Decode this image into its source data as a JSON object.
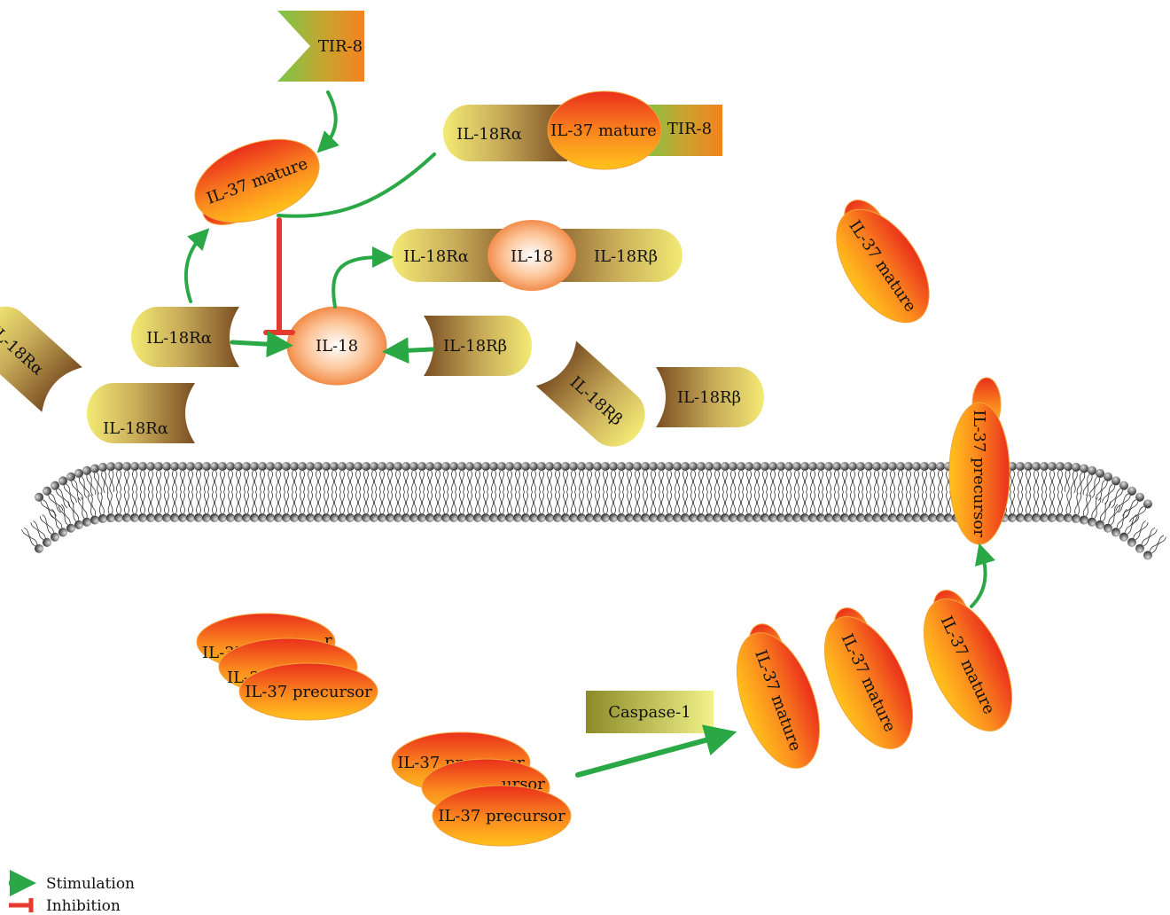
{
  "labels": {
    "tir8_top": "TIR-8",
    "tir8_complex": "TIR-8",
    "il37_mature": "IL-37 mature",
    "il37_precursor": "IL-37 precursor",
    "il18": "IL-18",
    "il18ra": "IL-18Rα",
    "il18rb": "IL-18Rβ",
    "caspase1": "Caspase-1",
    "membrane_precursor": "IL-37 precursor",
    "precursor_top_a": "IL-37",
    "precursor_top_b": "IL-37 pr",
    "precursor_top_b2": "IL-37 precursor",
    "precursor_mid_frag": "IL-3",
    "precursor_mid_frag2": "ursor",
    "precursor_back_tail": "r"
  },
  "legend": {
    "stimulation": "Stimulation",
    "inhibition": "Inhibition"
  },
  "colors": {
    "stimulation": "#2aa845",
    "inhibition": "#e53a2e",
    "il37_red": "#ea2f1c",
    "il37_yellow": "#ffc21c",
    "receptor_yellow": "#f3ea74",
    "receptor_brown": "#7a4e22",
    "tir8_green": "#7ac74a",
    "tir8_orange": "#f5821f",
    "caspase_olive": "#8a8a28",
    "caspase_yellow": "#f2f28a",
    "membrane_head": "#505050"
  }
}
